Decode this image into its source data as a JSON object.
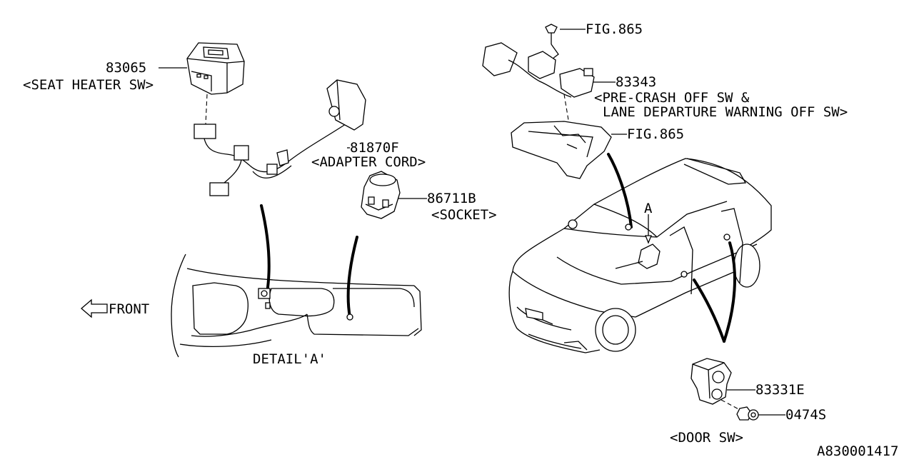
{
  "parts": {
    "seat_heater": {
      "number": "83065",
      "desc": "<SEAT HEATER SW>"
    },
    "adapter_cord": {
      "number": "81870F",
      "desc": "<ADAPTER CORD>"
    },
    "socket": {
      "number": "86711B",
      "desc": "<SOCKET>"
    },
    "precrash_sw": {
      "ref": "FIG.865",
      "number": "83343",
      "desc1": "<PRE-CRASH OFF SW &",
      "desc2": "LANE DEPARTURE WARNING OFF SW>"
    },
    "console_panel": {
      "ref": "FIG.865"
    },
    "door_sw": {
      "number": "83331E",
      "desc": "<DOOR SW>"
    },
    "door_screw": {
      "number": "0474S"
    }
  },
  "labels": {
    "front": "FRONT",
    "detail": "DETAIL'A'",
    "view_marker": "A"
  },
  "diagram_id": "A830001417"
}
